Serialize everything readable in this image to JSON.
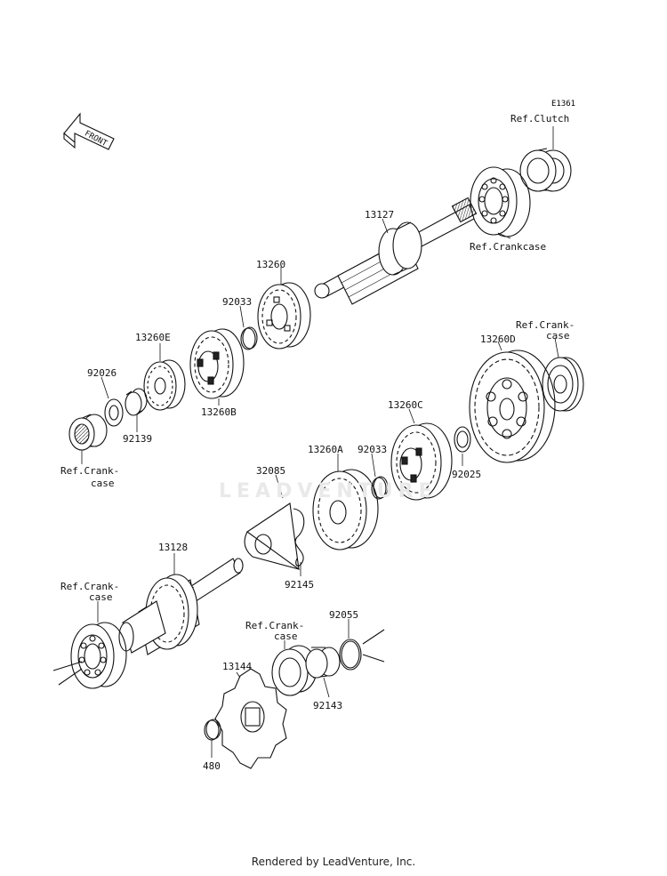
{
  "diagram": {
    "code": "E1361",
    "front_label": "FRONT",
    "watermark": "LEADVENTURE",
    "footer": "Rendered by LeadVenture, Inc."
  },
  "labels": {
    "ref_clutch": "Ref.Clutch",
    "ref_crankcase_top": "Ref.Crankcase",
    "p13127": "13127",
    "p13260": "13260",
    "p92033_top": "92033",
    "p13260E": "13260E",
    "p92026": "92026",
    "p13260B": "13260B",
    "p92139": "92139",
    "ref_crank_left_1": "Ref.Crank-",
    "ref_crank_left_2": "case",
    "ref_crank_right_1": "Ref.Crank-",
    "ref_crank_right_2": "case",
    "p13260D": "13260D",
    "p13260C": "13260C",
    "p92033_mid": "92033",
    "p13260A": "13260A",
    "p32085": "32085",
    "p92025": "92025",
    "p92145": "92145",
    "p13128": "13128",
    "ref_crank_low_left_1": "Ref.Crank-",
    "ref_crank_low_left_2": "case",
    "ref_crank_low_mid_1": "Ref.Crank-",
    "ref_crank_low_mid_2": "case",
    "p92055": "92055",
    "p13144": "13144",
    "p92143": "92143",
    "p480": "480"
  }
}
